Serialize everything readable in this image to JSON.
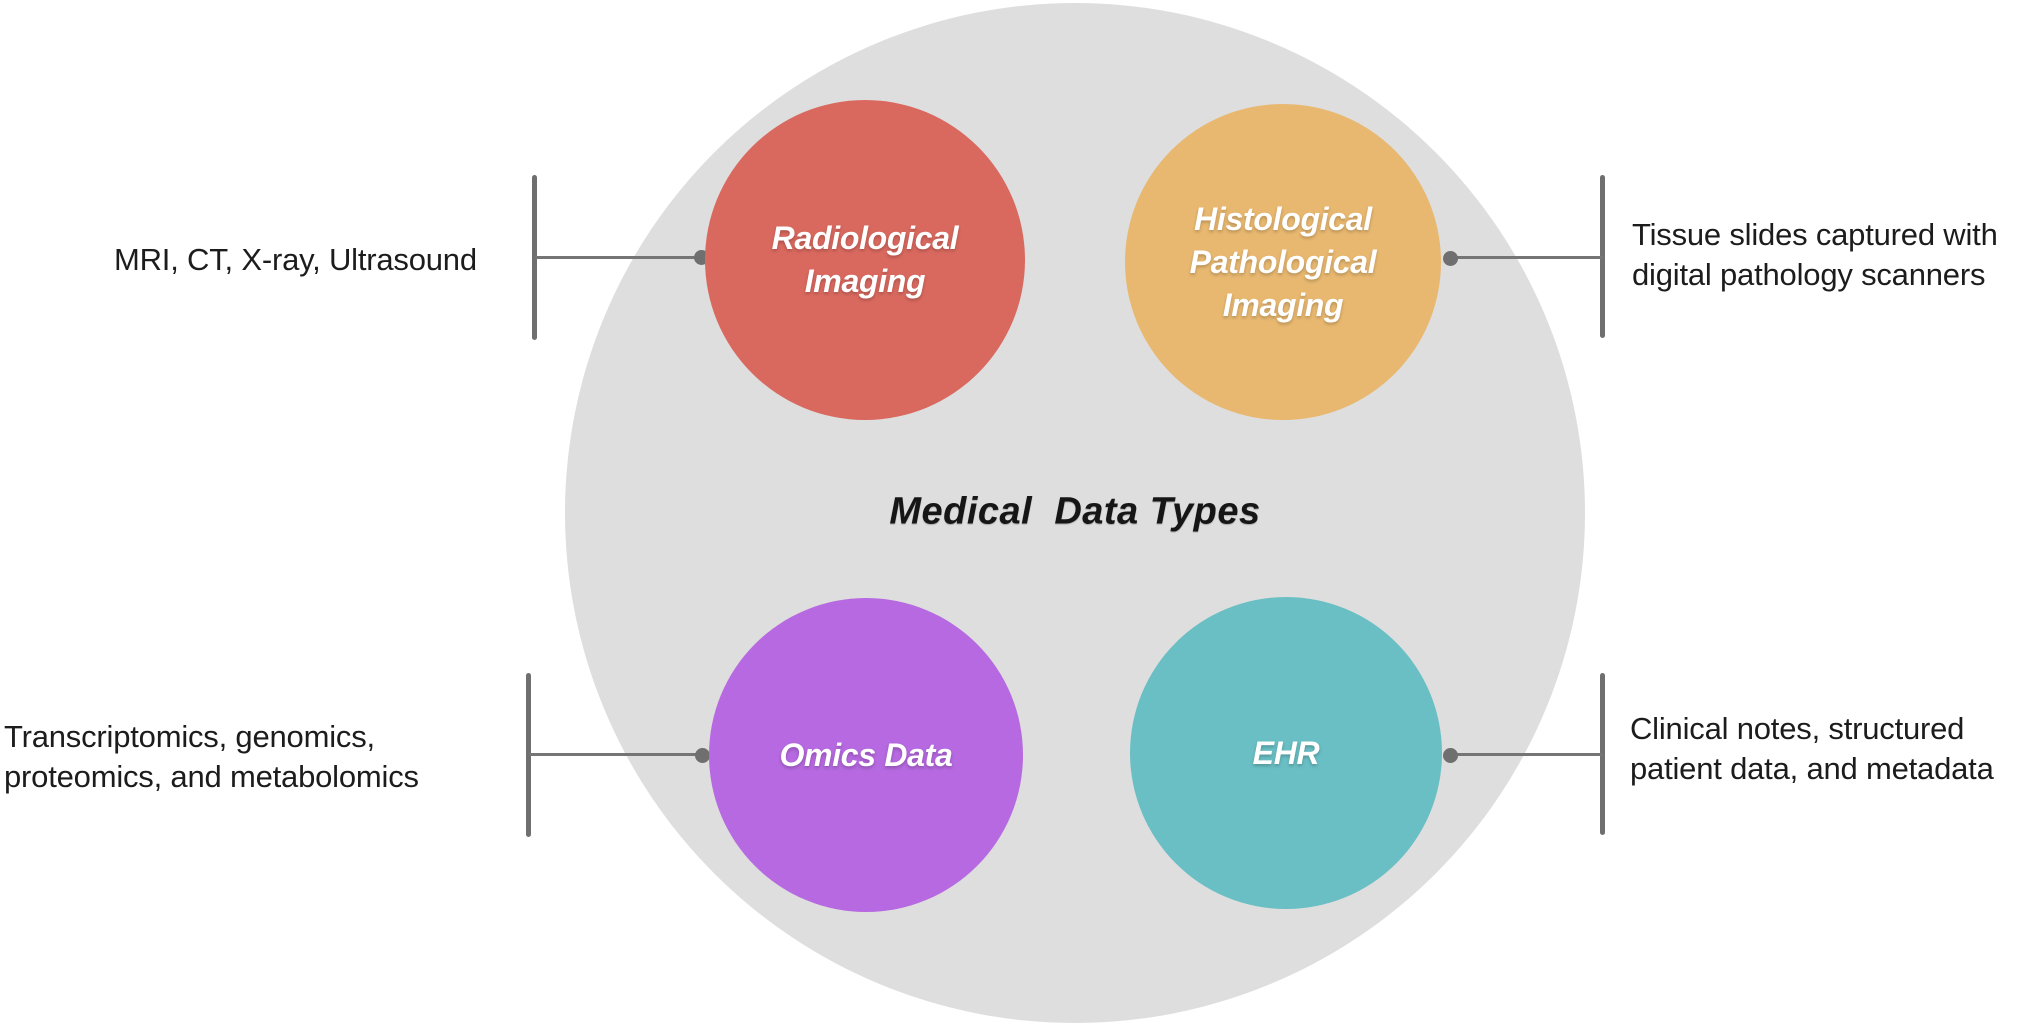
{
  "title": "Medical  Data Types",
  "nodes": {
    "radiological": {
      "label": "Radiological\nImaging",
      "color": "#D9695F"
    },
    "histological": {
      "label": "Histological\nPathological\nImaging",
      "color": "#E8B870"
    },
    "omics": {
      "label": "Omics Data",
      "color": "#B669E0"
    },
    "ehr": {
      "label": "EHR",
      "color": "#69BFC4"
    }
  },
  "annotations": {
    "radiological": "MRI, CT, X-ray, Ultrasound",
    "histological": "Tissue slides captured with\ndigital pathology scanners",
    "omics": "Transcriptomics, genomics,\nproteomics, and metabolomics",
    "ehr": "Clinical notes, structured\npatient data, and metadata"
  },
  "colors": {
    "outer_circle": "#DEDEDE",
    "connector": "#6F6F6F",
    "connector_line": "#757575",
    "annotation_text": "#1C1C1C",
    "title_text": "#161616",
    "node_label_text": "#FFFFFF"
  }
}
